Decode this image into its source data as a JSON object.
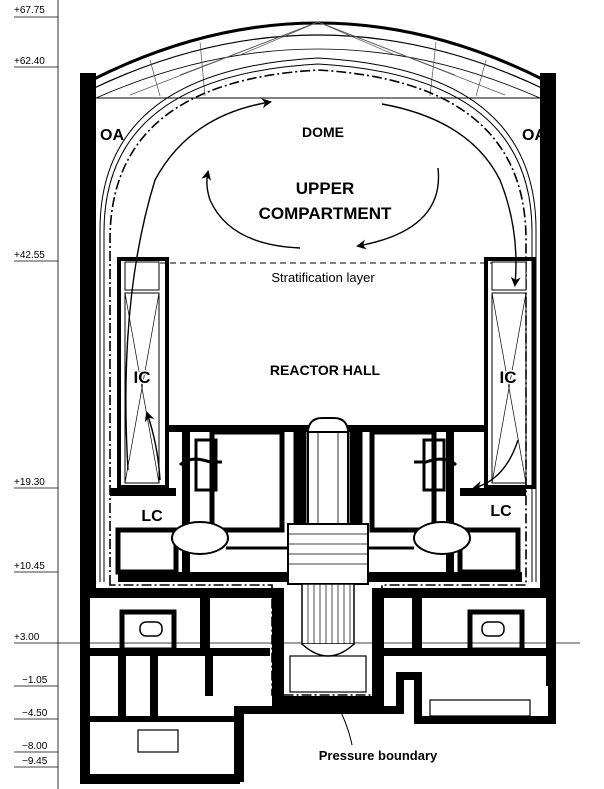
{
  "levels": [
    "+67.75",
    "+62.40",
    "+42.55",
    "+19.30",
    "+10.45",
    "+3.00",
    "−1.05",
    "−4.50",
    "−8.00",
    "−9.45"
  ],
  "labels": {
    "dome": "DOME",
    "upper_compartment_1": "UPPER",
    "upper_compartment_2": "COMPARTMENT",
    "stratification": "Stratification layer",
    "reactor_hall": "REACTOR HALL",
    "oa": "OA",
    "ic": "IC",
    "lc": "LC",
    "pressure_boundary": "Pressure boundary"
  },
  "colors": {
    "structure": "#000000",
    "background": "#ffffff",
    "hatch": "#555555"
  }
}
